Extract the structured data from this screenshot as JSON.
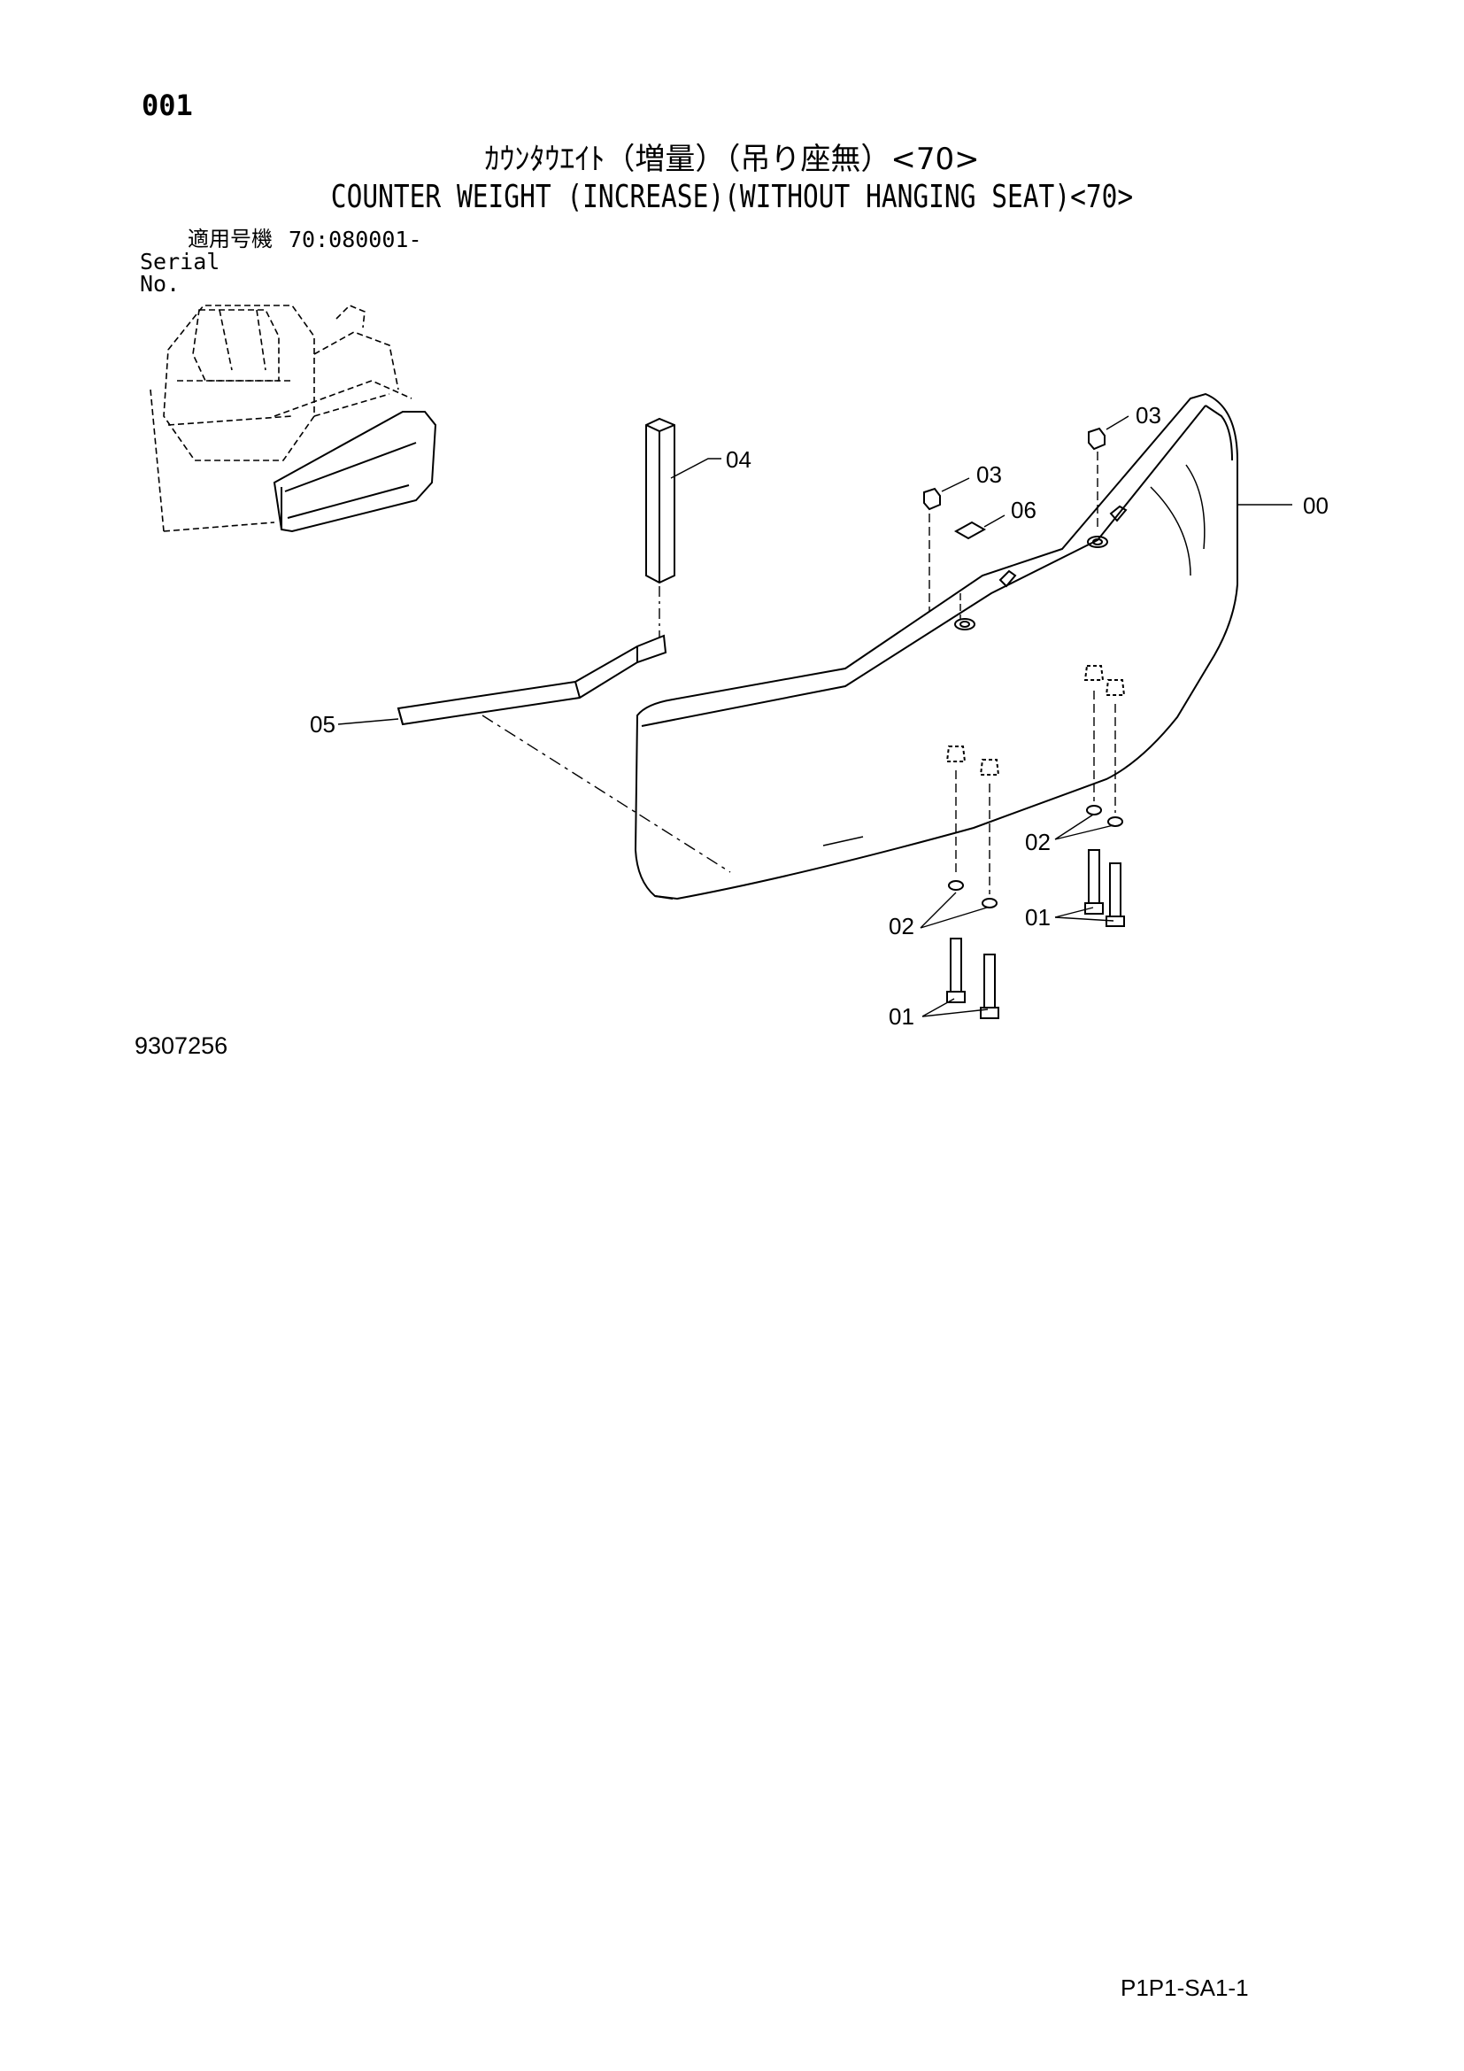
{
  "page": {
    "number": "001",
    "title_jp": "ｶｳﾝﾀｳｴｲﾄ（増量）（吊り座無）<70>",
    "title_en": "COUNTER WEIGHT (INCREASE)(WITHOUT HANGING SEAT)<70>",
    "serial_label_jp": "適用号機",
    "serial_label_en": "Serial No.",
    "serial_value": "70:080001-",
    "drawing_number": "9307256",
    "page_code": "P1P1-SA1-1"
  },
  "callouts": {
    "c00": "00",
    "c01a": "01",
    "c01b": "01",
    "c02a": "02",
    "c02b": "02",
    "c03a": "03",
    "c03b": "03",
    "c04": "04",
    "c05": "05",
    "c06": "06"
  }
}
